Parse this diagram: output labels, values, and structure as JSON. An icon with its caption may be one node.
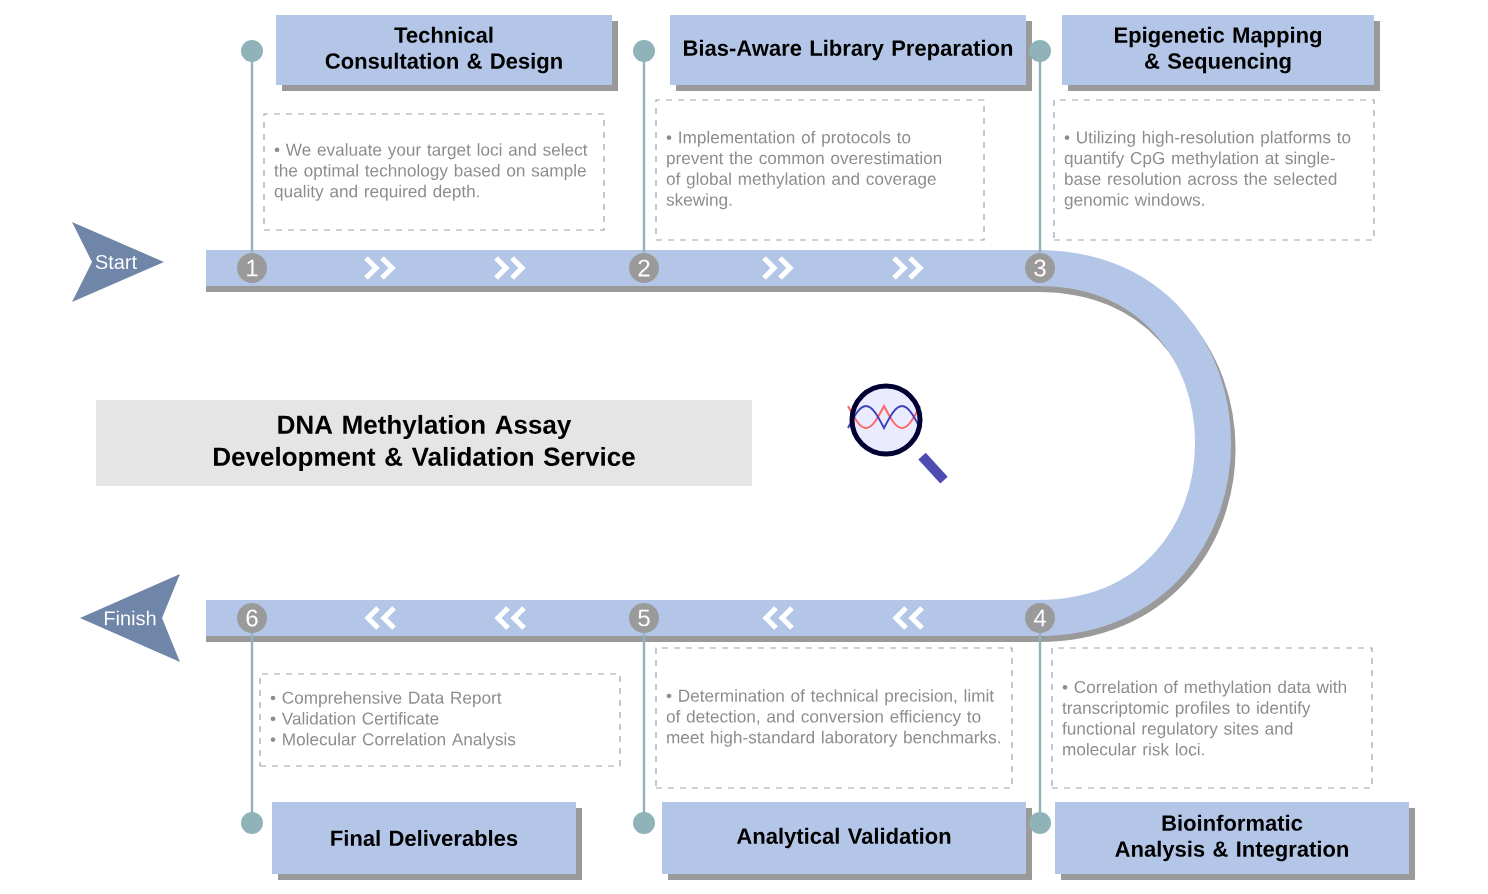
{
  "diagram": {
    "title": "DNA Methylation Assay Development & Validation Service",
    "nodes": [
      {
        "text": [
          "Start"
        ]
      },
      {
        "text": [
          "Technical Consultation & Design"
        ]
      },
      {
        "text": [
          "Bias-Aware Library Preparation"
        ]
      },
      {
        "text": [
          "Epigenetic Mapping & Sequencing"
        ]
      },
      {
        "text": [
          "• We evaluate your target loci and select the optimal technology based on sample quality and required depth."
        ]
      },
      {
        "text": [
          "• Implementation of protocols to prevent the common overestimation of global methylation and coverage skewing."
        ]
      },
      {
        "text": [
          "• Utilizing high-resolution platforms to quantify CpG methylation at single-base resolution across the selected genomic windows."
        ]
      },
      {
        "text": [
          "Finish"
        ]
      },
      {
        "text": [
          "• Comprehensive Data Report",
          "• Validation Certificate",
          "• Molecular Correlation Analysis"
        ]
      },
      {
        "text": [
          "• Determination of technical precision, limit of detection, and conversion efficiency to meet high-standard laboratory benchmarks."
        ]
      },
      {
        "text": [
          "• Correlation of methylation data with transcriptomic profiles to identify functional regulatory sites and molecular risk loci."
        ]
      },
      {
        "text": [
          "Final Deliverables"
        ]
      },
      {
        "text": [
          "Analytical Validation"
        ]
      },
      {
        "text": [
          "Bioinformatic Analysis & Integration"
        ]
      },
      {
        "text": [
          "1"
        ]
      },
      {
        "text": [
          "2"
        ]
      },
      {
        "text": [
          "3"
        ]
      },
      {
        "text": [
          "6"
        ]
      },
      {
        "text": [
          "5"
        ]
      },
      {
        "text": [
          "4"
        ]
      }
    ],
    "edges": [
      {
        "from": 14,
        "to": 1,
        "arrow": "other"
      },
      {
        "from": 15,
        "to": 2,
        "arrow": "other"
      },
      {
        "from": 16,
        "to": 3,
        "arrow": "other"
      },
      {
        "from": 17,
        "to": 11,
        "arrow": "other"
      },
      {
        "from": 18,
        "to": 12,
        "arrow": "other"
      },
      {
        "from": 19,
        "to": 13,
        "arrow": "other"
      }
    ]
  }
}
